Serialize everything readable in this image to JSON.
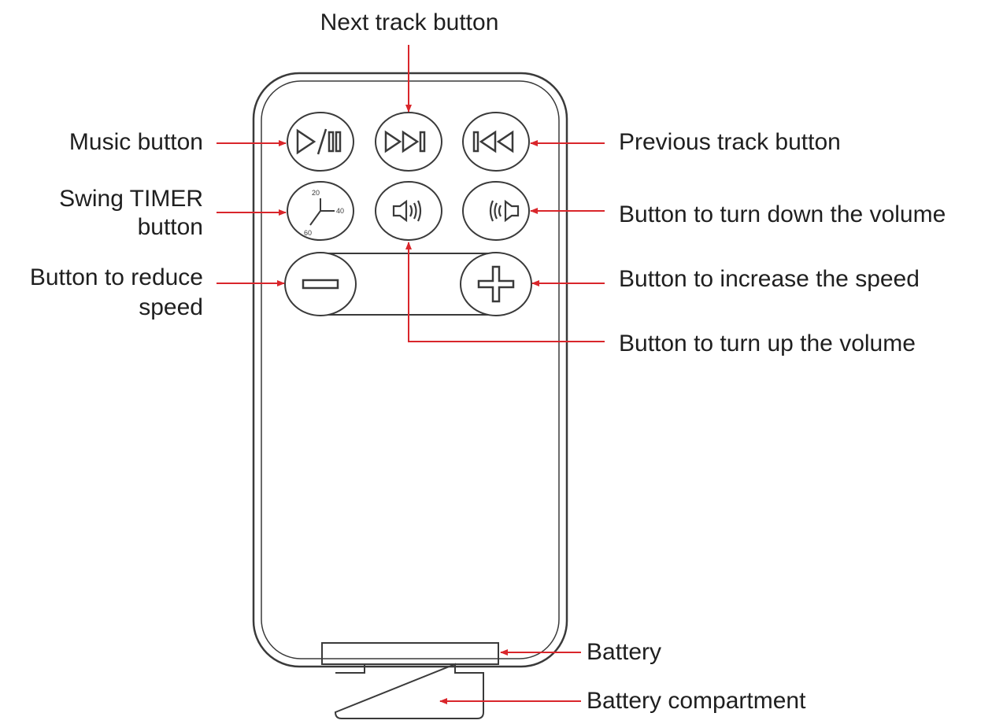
{
  "labels": {
    "next_track": "Next track button",
    "music": "Music button",
    "previous_track": "Previous track button",
    "swing_timer_line1": "Swing TIMER",
    "swing_timer_line2": "button",
    "volume_down": "Button to turn down the volume",
    "reduce_speed_line1": "Button to reduce",
    "reduce_speed_line2": "speed",
    "increase_speed": "Button to increase the speed",
    "volume_up": "Button to turn up the volume",
    "battery": "Battery",
    "battery_compartment": "Battery compartment"
  },
  "timer_dial": {
    "mark_20": "20",
    "mark_40": "40",
    "mark_60": "60"
  },
  "colors": {
    "arrow": "#d9262b",
    "outline": "#3a3a3a",
    "text": "#1f1f1f"
  }
}
